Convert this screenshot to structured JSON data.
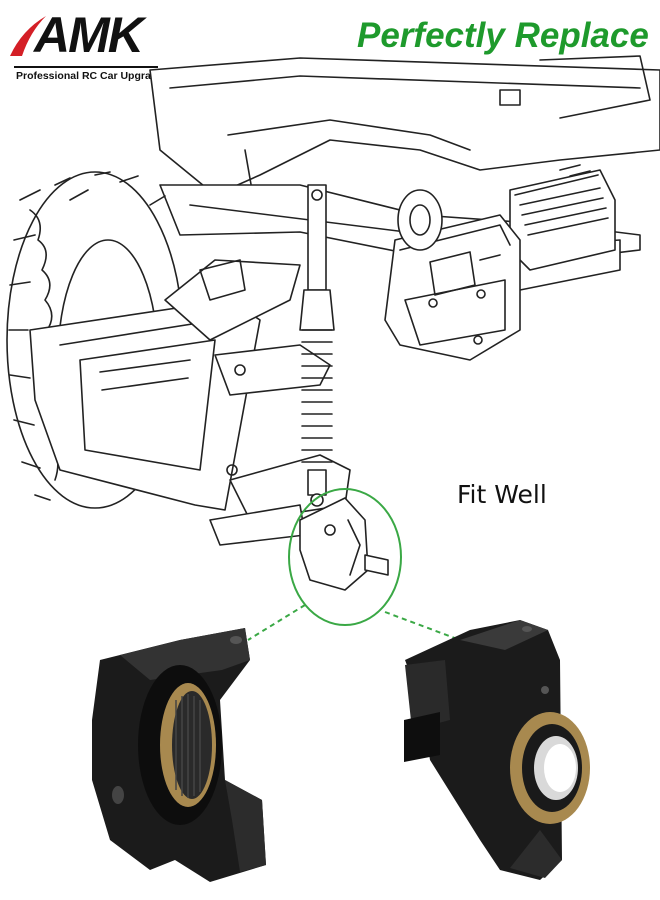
{
  "brand": {
    "name": "AMK",
    "tagline": "Professional RC Car Upgrade",
    "accent_color": "#d41f26"
  },
  "headline": {
    "text": "Perfectly Replace",
    "color": "#1e9a2c"
  },
  "callout": {
    "text": "Fit Well",
    "highlight_color": "#3aa845"
  },
  "illustration": {
    "subject": "rc-crawler-front-suspension-line-drawing",
    "product": "black-aluminum-steering-knuckle-with-brass-bearing-ring",
    "product_count": 2
  }
}
